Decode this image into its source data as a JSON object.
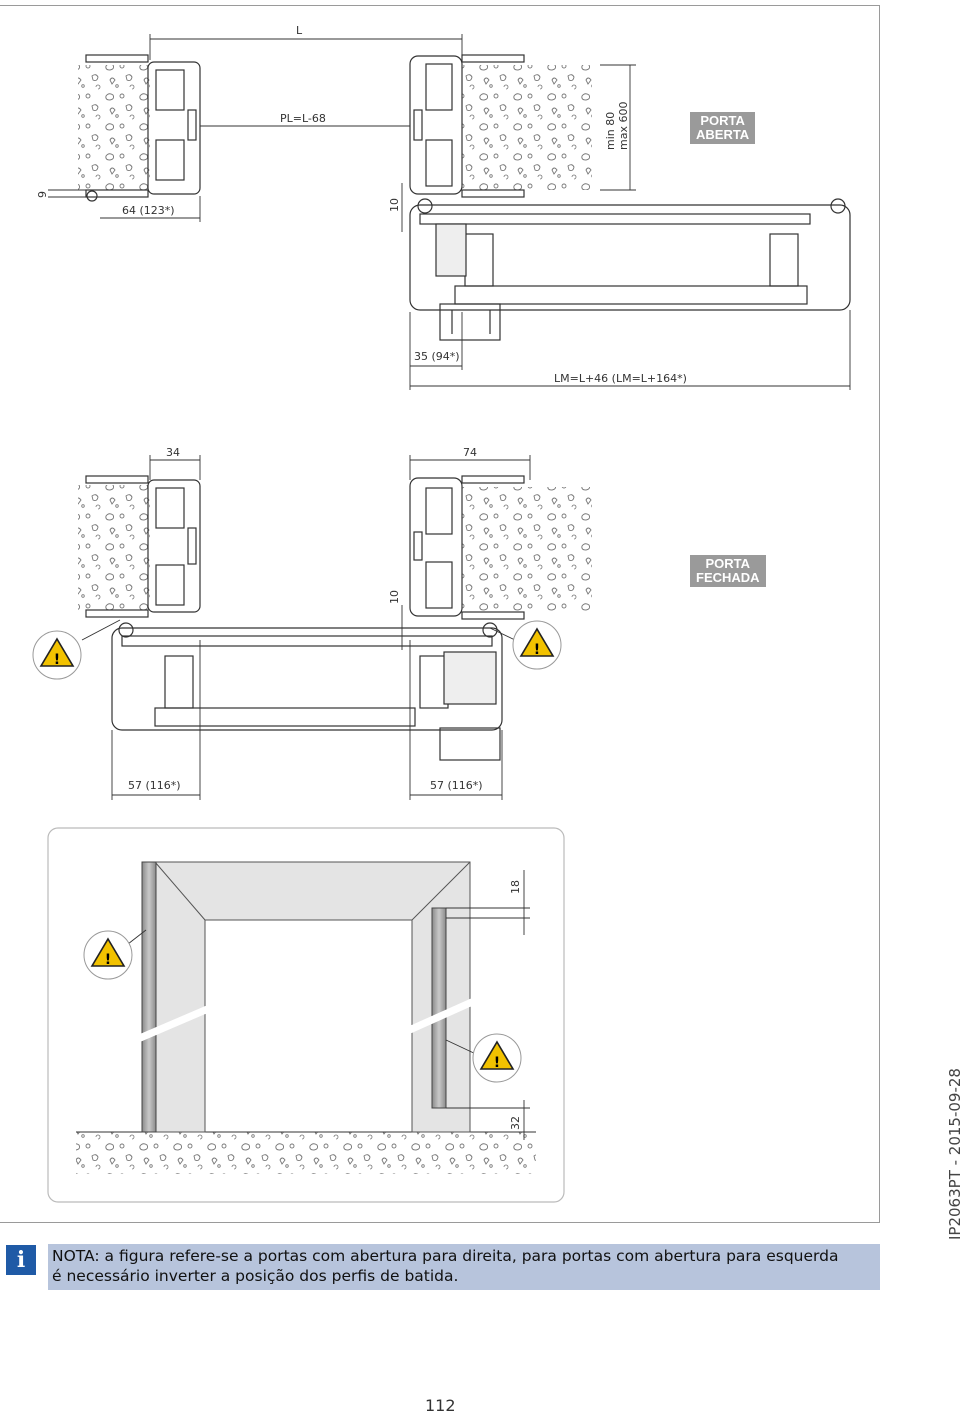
{
  "top_view_open": {
    "dim_L": "L",
    "dim_PL": "PL=L-68",
    "dim_9": "9",
    "dim_64": "64 (123*)",
    "dim_10": "10",
    "dim_min": "min 80",
    "dim_max": "max 600",
    "dim_35": "35 (94*)",
    "dim_LM": "LM=L+46 (LM=L+164*)",
    "badge_line1": "PORTA",
    "badge_line2": "ABERTA"
  },
  "top_view_closed": {
    "dim_34": "34",
    "dim_74": "74",
    "dim_10": "10",
    "dim_57_left": "57 (116*)",
    "dim_57_right": "57 (116*)",
    "badge_line1": "PORTA",
    "badge_line2": "FECHADA"
  },
  "front_view": {
    "dim_18": "18",
    "dim_32": "32"
  },
  "note": {
    "line1": "NOTA: a figura refere-se a portas com abertura para direita, para portas com abertura para esquerda",
    "line2": "é necessário inverter a posição dos perfis de batida."
  },
  "doc_code": "IP2063PT - 2015-09-28",
  "page_number": "112",
  "icons": [
    "warning-icon",
    "info-icon"
  ],
  "colors": {
    "note_bg": "#b7c4dc",
    "info_icon": "#1f5aa6",
    "warning": "#f2c200",
    "badge": "#9a9a9a"
  }
}
